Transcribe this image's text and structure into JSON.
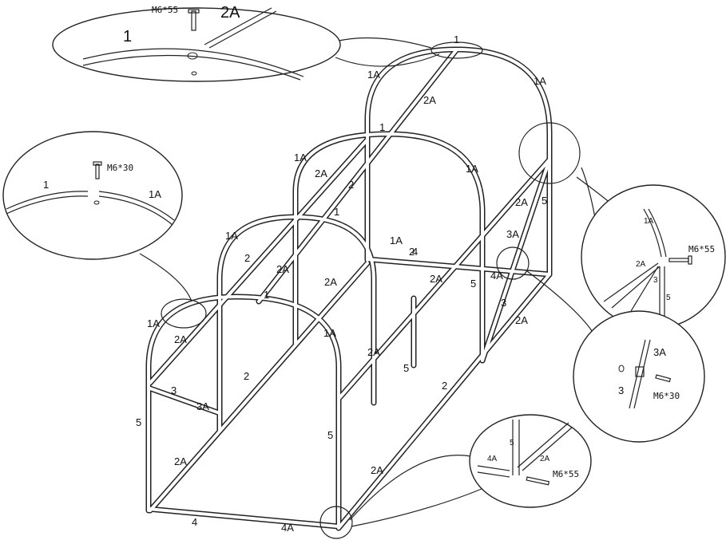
{
  "frame_labels": {
    "front_arch_top": "1",
    "front_arch_left": "1A",
    "front_arch_right": "1A",
    "arch2_top": "1",
    "arch2_left": "1A",
    "arch2_right": "1A",
    "arch3_top": "1",
    "arch3_left": "1A",
    "arch3_right": "1A",
    "arch4_top": "1",
    "arch4_left": "1A",
    "arch4_right": "1A",
    "ridge_front": "2A",
    "ridge_mid": "2",
    "ridge_back": "2A",
    "ridge_back2": "2A",
    "left_low_a": "2A",
    "left_low_b": "2",
    "left_low_c": "2A",
    "left_upper_a": "2A",
    "left_upper_b": "2",
    "left_upper_c": "2A",
    "right_low_a": "2A",
    "right_low_b": "2",
    "right_low_c": "2A",
    "right_upper_a": "2A",
    "right_upper_b": "2",
    "right_upper_c": "2A",
    "front_left_post": "5",
    "front_right_post": "5",
    "mid_right_post": "5",
    "back_right_post": "5",
    "back_corner_post": "5",
    "front_brace": "3",
    "front_brace_b": "3A",
    "back_brace": "3",
    "back_brace_b": "3A",
    "base_front_a": "4",
    "base_front_b": "4A",
    "base_back_a": "4",
    "base_back_b": "4A"
  },
  "callouts": {
    "top": {
      "bolt": "M6*55",
      "part_tube": "2A",
      "part_arch": "1"
    },
    "left": {
      "bolt": "M6*30",
      "part_left": "1",
      "part_right": "1A"
    },
    "right": {
      "bolt": "M6*55",
      "part_arch": "1A",
      "part_ridge": "2A",
      "part_post": "5",
      "part_brace": "3"
    },
    "brace": {
      "part_top": "3A",
      "part_bottom": "3",
      "bolt": "M6*30"
    },
    "base": {
      "part_post": "5",
      "part_base": "4A",
      "part_ridge": "2A",
      "bolt": "M6*55"
    }
  }
}
